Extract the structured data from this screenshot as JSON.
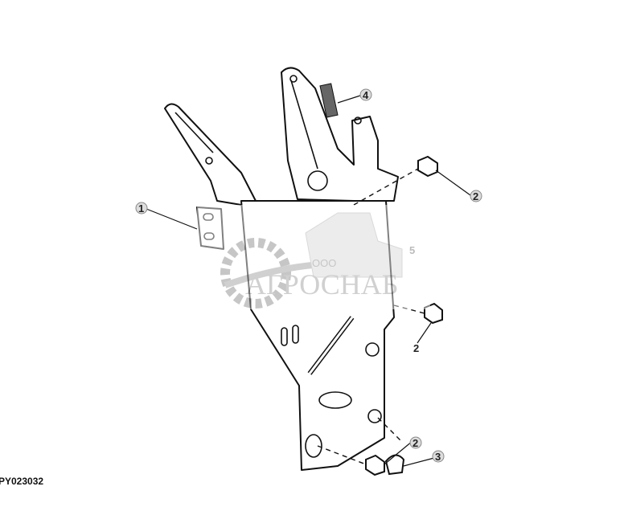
{
  "figure_id": "PY023032",
  "callouts": [
    {
      "label": "1"
    },
    {
      "label": "4"
    },
    {
      "label": "2"
    },
    {
      "label": "5"
    },
    {
      "label": "2"
    },
    {
      "label": "2"
    },
    {
      "label": "3"
    }
  ],
  "watermark": {
    "prefix": "ООО",
    "name": "АГРОСНАБ"
  }
}
